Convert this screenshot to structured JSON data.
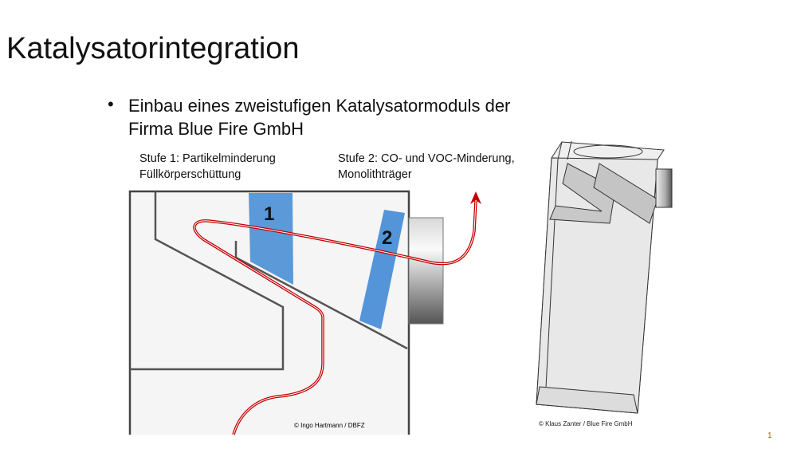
{
  "title": "Katalysatorintegration",
  "bullet": {
    "line1": "Einbau eines zweistufigen Katalysatormoduls der",
    "line2": "Firma Blue Fire GmbH"
  },
  "stage1": {
    "line1": "Stufe 1: Partikelminderung",
    "line2": "Füllkörperschüttung",
    "marker": "1"
  },
  "stage2": {
    "line1": "Stufe 2: CO- und VOC-Minderung,",
    "line2": "Monolithträger",
    "marker": "2"
  },
  "credits": {
    "left": "© Ingo Hartmann / DBFZ",
    "right": "© Klaus Zanter / Blue Fire GmbH"
  },
  "page_number": "1",
  "colors": {
    "catalyst_blue": "#4a8fd6",
    "flow_red": "#c00000",
    "page_number": "#c55a11"
  }
}
